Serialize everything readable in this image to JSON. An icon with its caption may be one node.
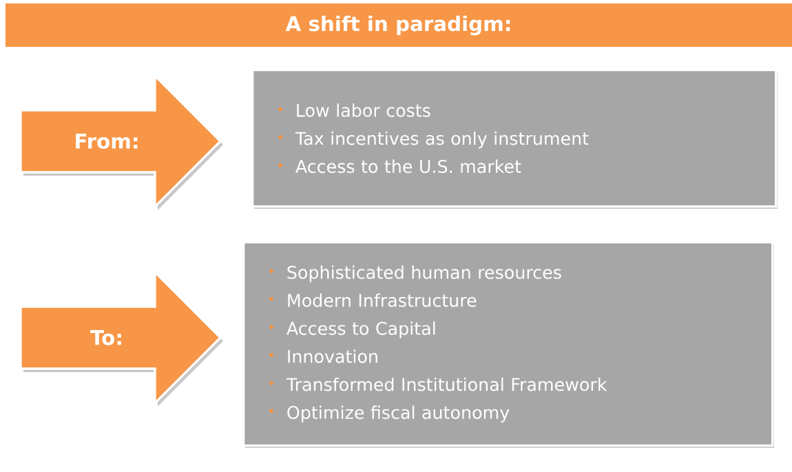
{
  "diagram": {
    "title": "A shift in paradigm:",
    "nodes": [
      {
        "text": [
          "From:"
        ]
      },
      {
        "text": [
          "Low labor costs",
          "Tax incentives as only instrument",
          "Access to the U.S. market"
        ]
      },
      {
        "text": [
          "To:"
        ]
      },
      {
        "text": [
          "Sophisticated human resources",
          "Modern Infrastructure",
          "Access to Capital",
          "Innovation",
          "Transformed Institutional Framework",
          "Optimize fiscal autonomy"
        ]
      }
    ]
  }
}
